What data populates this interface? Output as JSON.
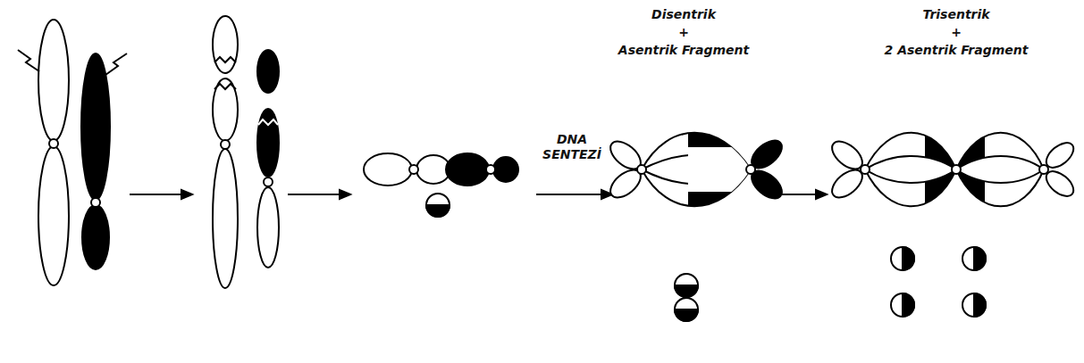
{
  "diagram": {
    "labels": [
      "Disentrik",
      "+",
      "Asentrik Fragment",
      "DNA SENTEZİ",
      "Trisentrik",
      "+",
      "2 Asentrik Fragment"
    ]
  }
}
